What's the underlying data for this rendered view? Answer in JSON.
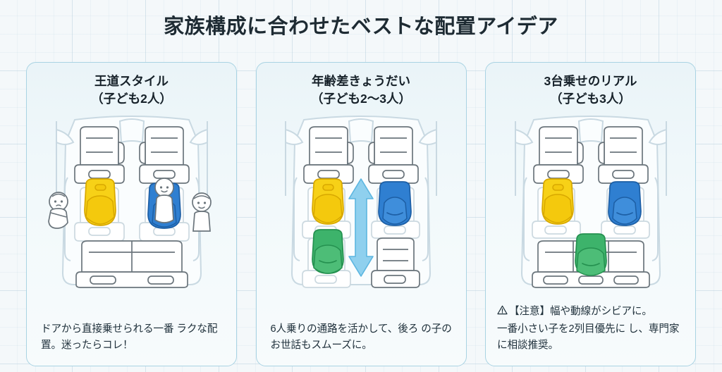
{
  "page": {
    "title": "家族構成に合わせたベストな配置アイデア",
    "background_color": "#f4f8fa",
    "title_color": "#1e2b33"
  },
  "palette": {
    "card_border": "#a9d3e3",
    "card_fill": "#eef6f9",
    "seat_outline": "#5f6b73",
    "seat_fill": "#ffffff",
    "car_body": "#c9d9e2",
    "infant_seat_yellow": "#f7d117",
    "child_seat_blue": "#2f7fd1",
    "junior_seat_green": "#3db36b",
    "aisle_arrow": "#7ec8ec"
  },
  "cards": [
    {
      "id": "card-oudou-style",
      "title": "王道スタイル",
      "subtitle": "（子ども2人）",
      "caption_lines": [
        "ドアから直接乗せられる一番",
        "ラクな配置。迷ったらコレ！"
      ],
      "caption": "ドアから直接乗せられる一番ラクな配置。迷ったらコレ！",
      "has_warning": false,
      "layout": {
        "rows": 3,
        "second_row_seats": [
          "infant-seat-yellow",
          "child-seat-blue"
        ],
        "third_row": "bench",
        "aisle_arrow": false,
        "figures": [
          "baby-left",
          "child-in-seat",
          "child-right"
        ]
      }
    },
    {
      "id": "card-nenreisa-kyoudai",
      "title": "年齢差きょうだい",
      "subtitle": "（子ども2〜3人）",
      "caption_lines": [
        "6人乗りの通路を活かして、後ろ",
        "の子のお世話もスムーズに。"
      ],
      "caption": "6人乗りの通路を活かして、後ろの子のお世話もスムーズに。",
      "has_warning": false,
      "layout": {
        "rows": 3,
        "second_row_seats": [
          "infant-seat-yellow",
          "child-seat-blue"
        ],
        "third_row_seats": [
          "junior-seat-green",
          "empty-seat"
        ],
        "aisle_arrow": true,
        "figures": []
      }
    },
    {
      "id": "card-3dai-nose-real",
      "title": "3台乗せのリアル",
      "subtitle": "（子ども3人）",
      "caption_lines": [
        "【注意】幅や動線がシビアに。",
        "一番小さい子を2列目優先に",
        "し、専門家に相談推奨。"
      ],
      "caption": "【注意】幅や動線がシビアに。一番小さい子を2列目優先にし、専門家に相談推奨。",
      "has_warning": true,
      "warning_icon": "warning-triangle-icon",
      "layout": {
        "rows": 3,
        "second_row_seats": [
          "infant-seat-yellow",
          "child-seat-blue"
        ],
        "third_row": "bench-with-green-seat-center",
        "aisle_arrow": false,
        "figures": []
      }
    }
  ]
}
